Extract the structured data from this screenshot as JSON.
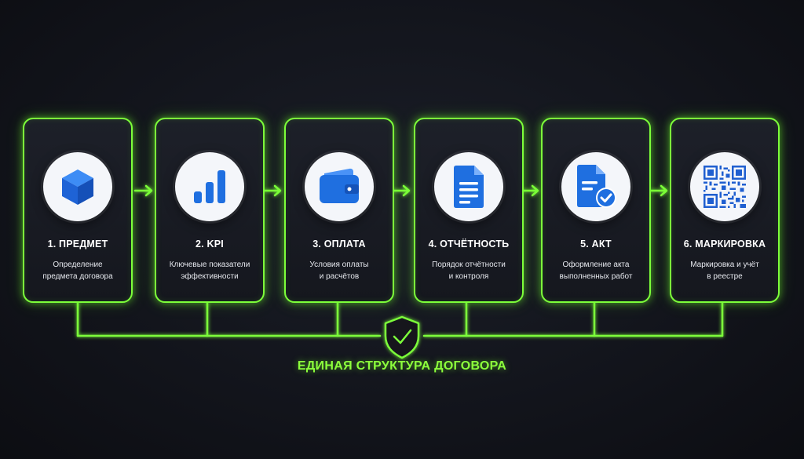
{
  "accent_color": "#7dff3a",
  "icon_color": "#1f6fe0",
  "steps": [
    {
      "title": "1. ПРЕДМЕТ",
      "desc_line1": "Определение",
      "desc_line2": "предмета договора",
      "icon": "cube-icon"
    },
    {
      "title": "2. KPI",
      "desc_line1": "Ключевые показатели",
      "desc_line2": "эффективности",
      "icon": "bar-chart-icon"
    },
    {
      "title": "3. ОПЛАТА",
      "desc_line1": "Условия оплаты",
      "desc_line2": "и расчётов",
      "icon": "wallet-icon"
    },
    {
      "title": "4. ОТЧЁТНОСТЬ",
      "desc_line1": "Порядок отчётности",
      "desc_line2": "и контроля",
      "icon": "document-icon"
    },
    {
      "title": "5. АКТ",
      "desc_line1": "Оформление акта",
      "desc_line2": "выполненных работ",
      "icon": "document-check-icon"
    },
    {
      "title": "6. МАРКИРОВКА",
      "desc_line1": "Маркировка и учёт",
      "desc_line2": "в реестре",
      "icon": "qr-code-icon"
    }
  ],
  "footer": {
    "label": "ЕДИНАЯ СТРУКТУРА ДОГОВОРА",
    "icon": "shield-check-icon"
  }
}
